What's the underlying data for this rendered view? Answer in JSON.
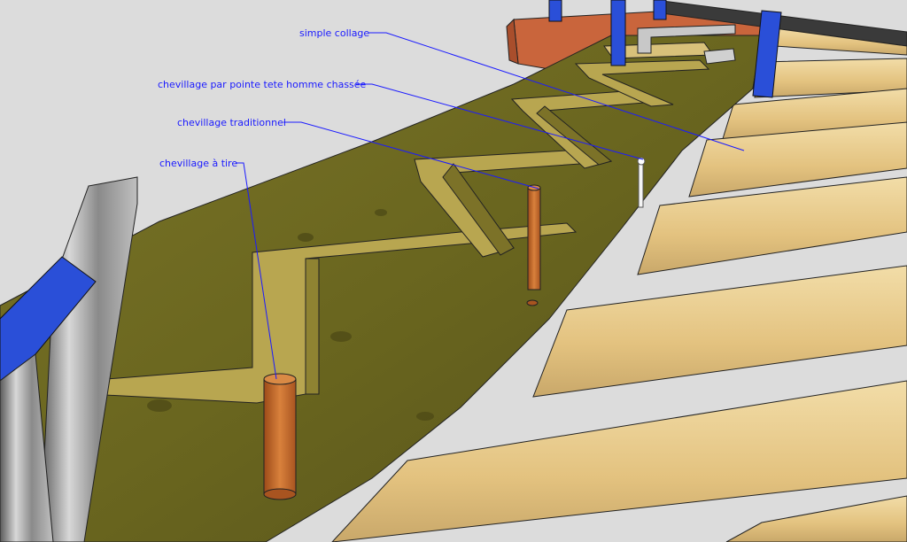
{
  "annotations": [
    {
      "id": "simple",
      "text": "simple collage"
    },
    {
      "id": "pointe",
      "text": "chevillage par pointe tete homme chassée"
    },
    {
      "id": "trad",
      "text": "chevillage traditionnel"
    },
    {
      "id": "tire",
      "text": "chevillage à tire"
    }
  ],
  "colors": {
    "background": "#dcdcdc",
    "beam": "#6e6a22",
    "joint_fill": "#b8a650",
    "plank": "#e6c98a",
    "clamp_blue": "#2a4fd8",
    "label_blue": "#1a1aff",
    "peg": "#c96a2a"
  }
}
